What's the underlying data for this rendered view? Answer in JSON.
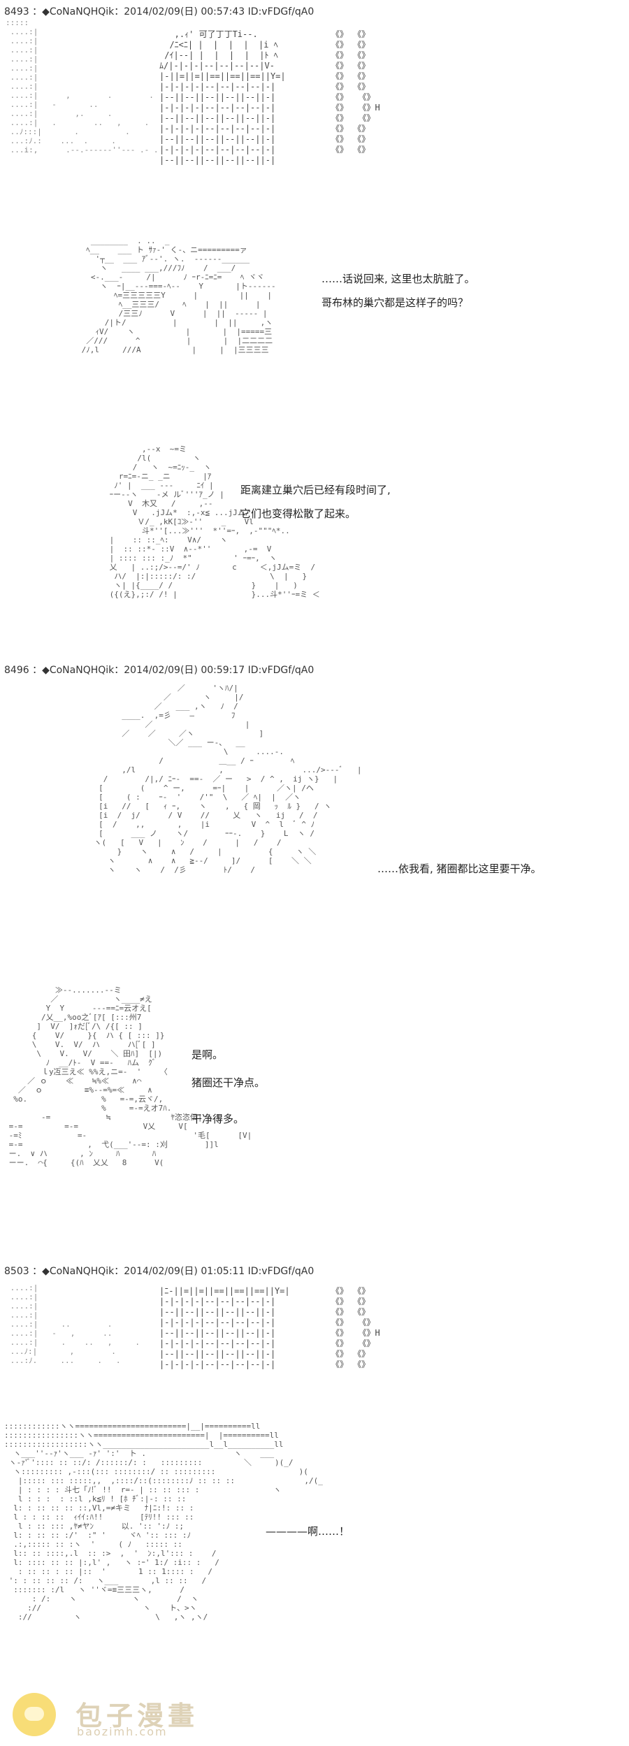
{
  "posts": [
    {
      "header": "8493 ：◆CoNaNQHQik：2014/02/09(日) 00:57:43 ID:vFDGf/qA0"
    },
    {
      "header": "8496 ：◆CoNaNQHQik：2014/02/09(日) 00:59:17 ID:vFDGf/qA0"
    },
    {
      "header": "8503 ：◆CoNaNQHQik：2014/02/09(日) 01:05:11 ID:vFDGf/qA0"
    }
  ],
  "lines": {
    "line1": "……话说回来, 这里也太肮脏了。",
    "line2": "哥布林的巢穴都是这样子的吗？",
    "line3": "距离建立巢穴后已经有段时间了,",
    "line4": "它们也变得松散了起来。",
    "line5": "……依我看, 猪圈都比这里要干净。",
    "line6": "是啊。",
    "line7": "猪圈还干净点。",
    "line8": "干净得多。",
    "line9": "————啊……！"
  },
  "watermark": {
    "title": "包子漫畫",
    "url": "baozimh.com"
  }
}
